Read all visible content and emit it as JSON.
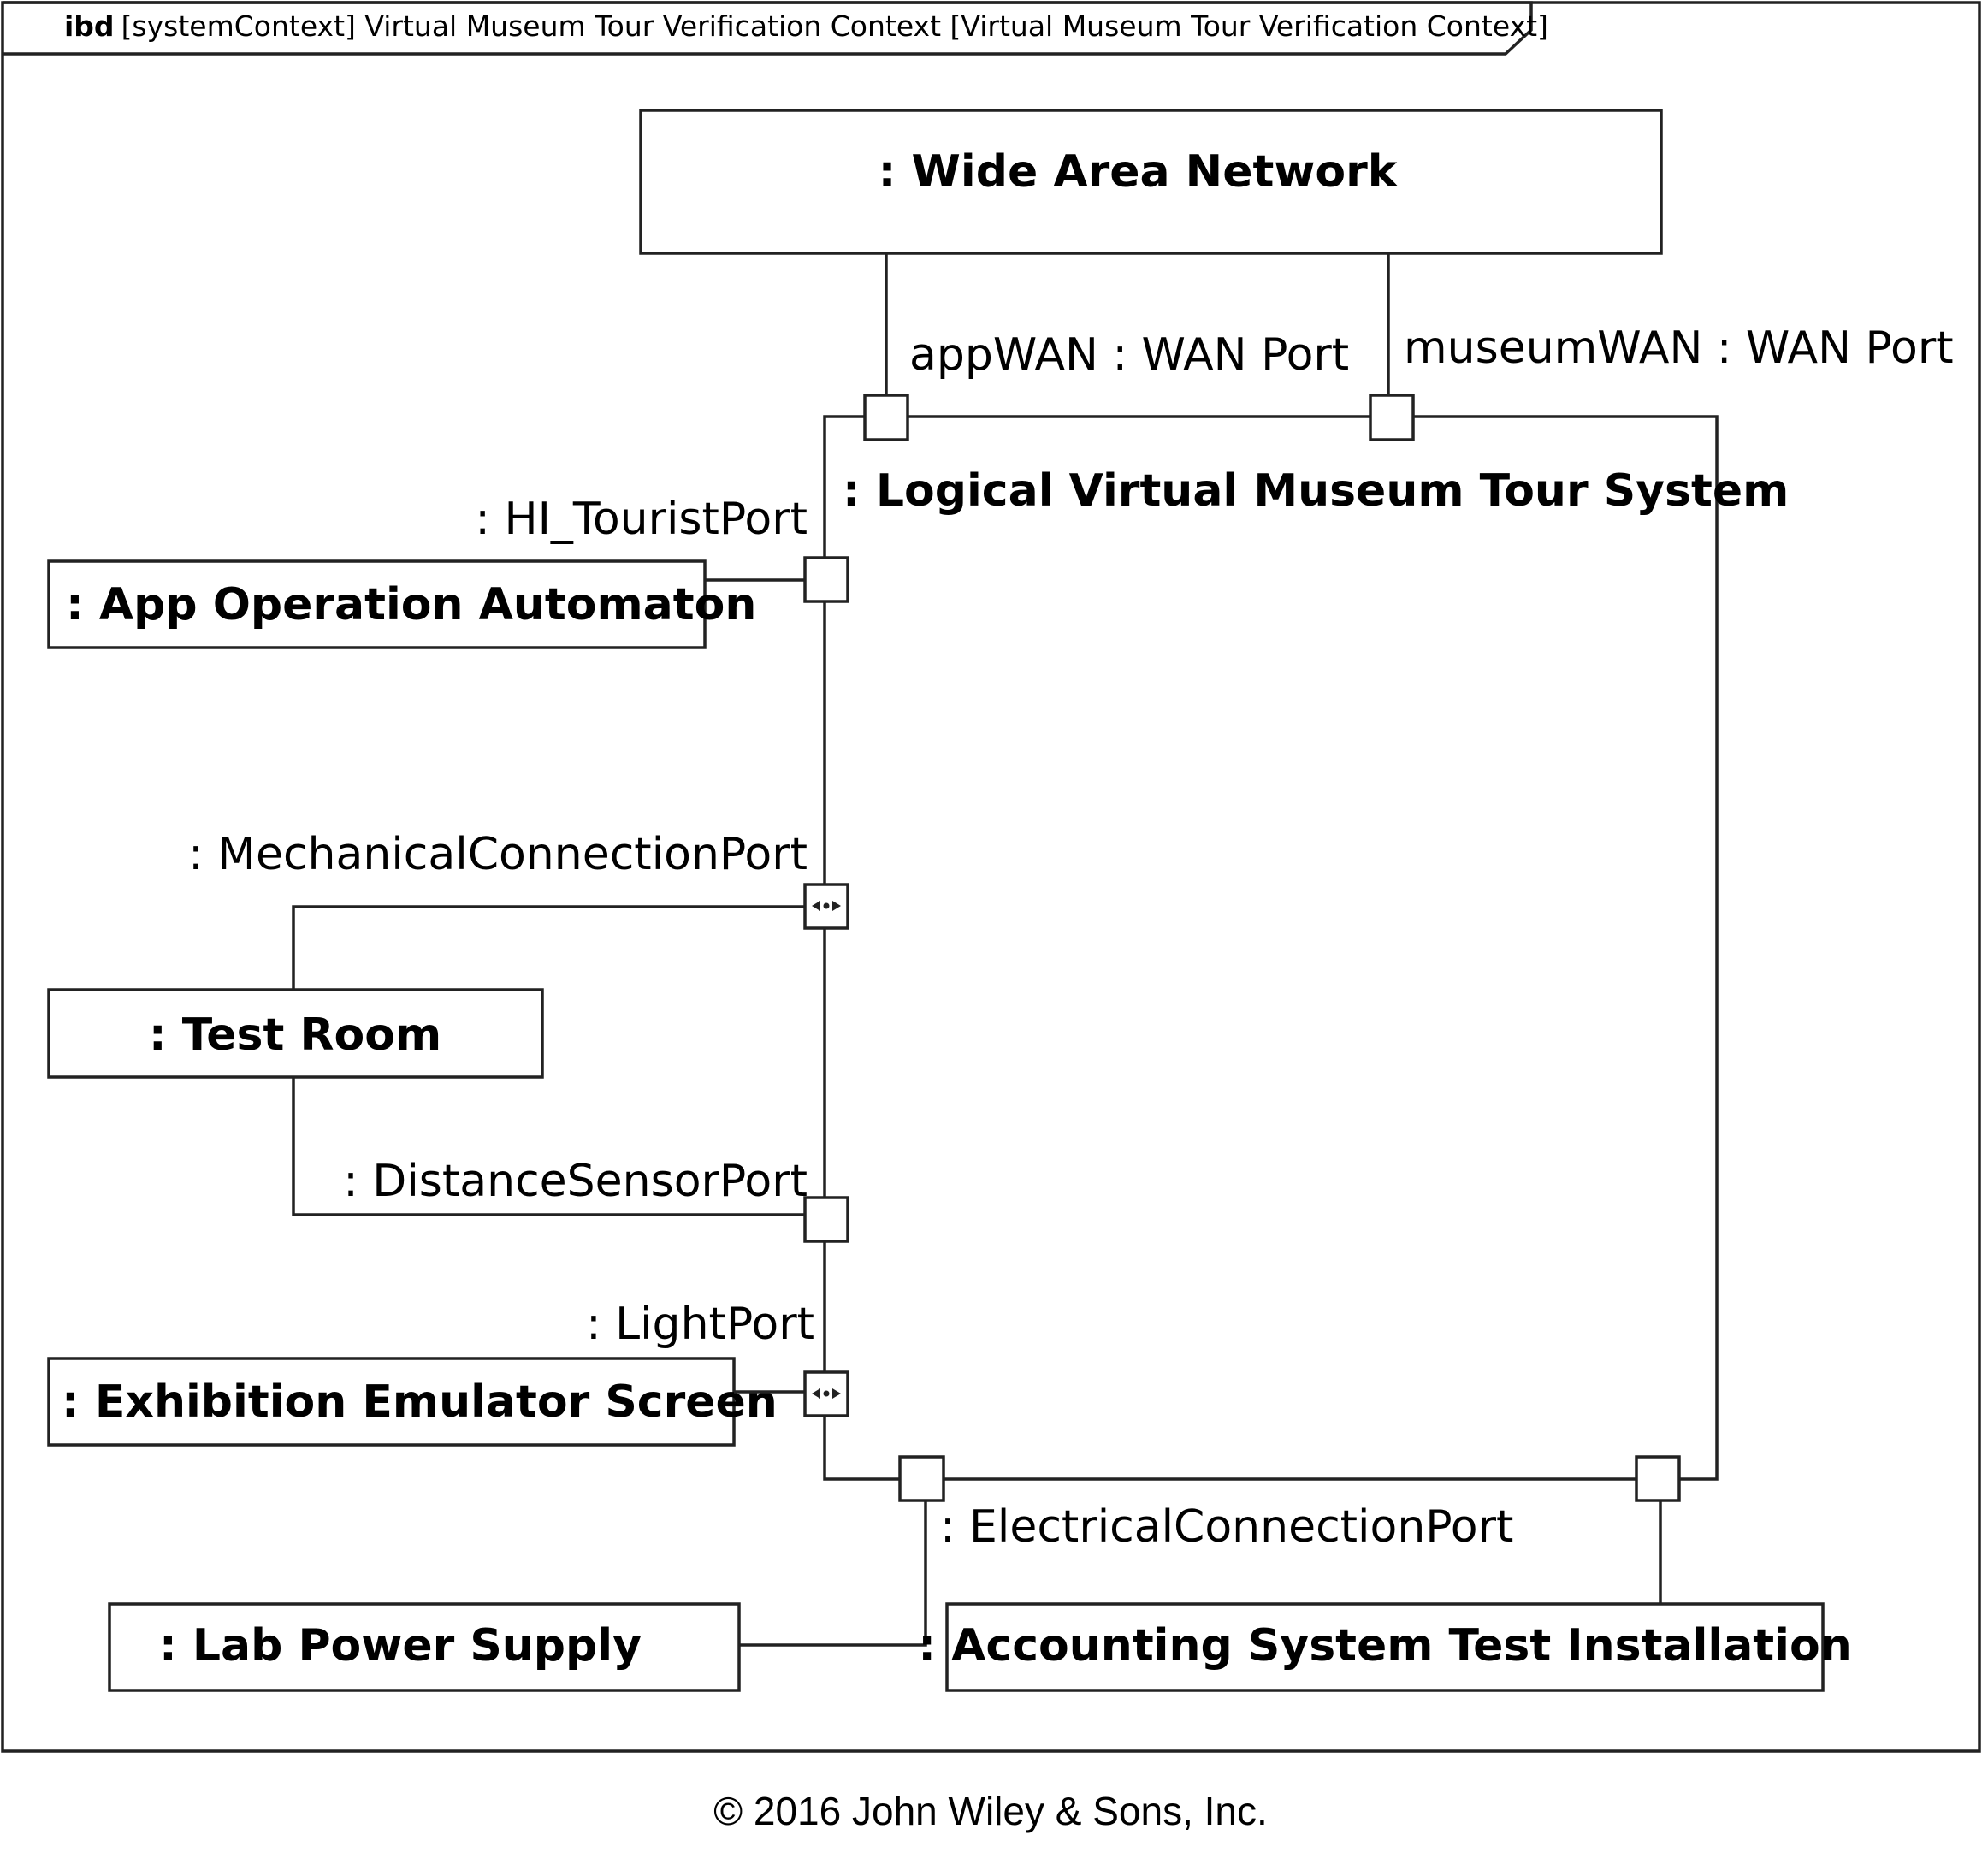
{
  "frame": {
    "keyword": "ibd",
    "title": "[systemContext] Virtual Museum Tour Verification Context [Virtual Museum Tour Verification Context]"
  },
  "parts": {
    "wan": ": Wide Area Network",
    "system": ": Logical Virtual Museum Tour System",
    "app_automaton": ": App Operation Automaton",
    "test_room": ": Test Room",
    "exhibition_screen": ": Exhibition Emulator Screen",
    "lab_power": ": Lab Power Supply",
    "accounting": ": Accounting System Test Installation"
  },
  "ports": {
    "app_wan": "appWAN : WAN Port",
    "museum_wan": "museumWAN : WAN Port",
    "hi_tourist": ": HI_TouristPort",
    "mechanical": ": MechanicalConnectionPort",
    "distance_sensor": ": DistanceSensorPort",
    "light": ": LightPort",
    "electrical": ": ElectricalConnectionPort"
  },
  "flow_port_glyph": "<•>",
  "copyright": "© 2016 John Wiley & Sons, Inc."
}
